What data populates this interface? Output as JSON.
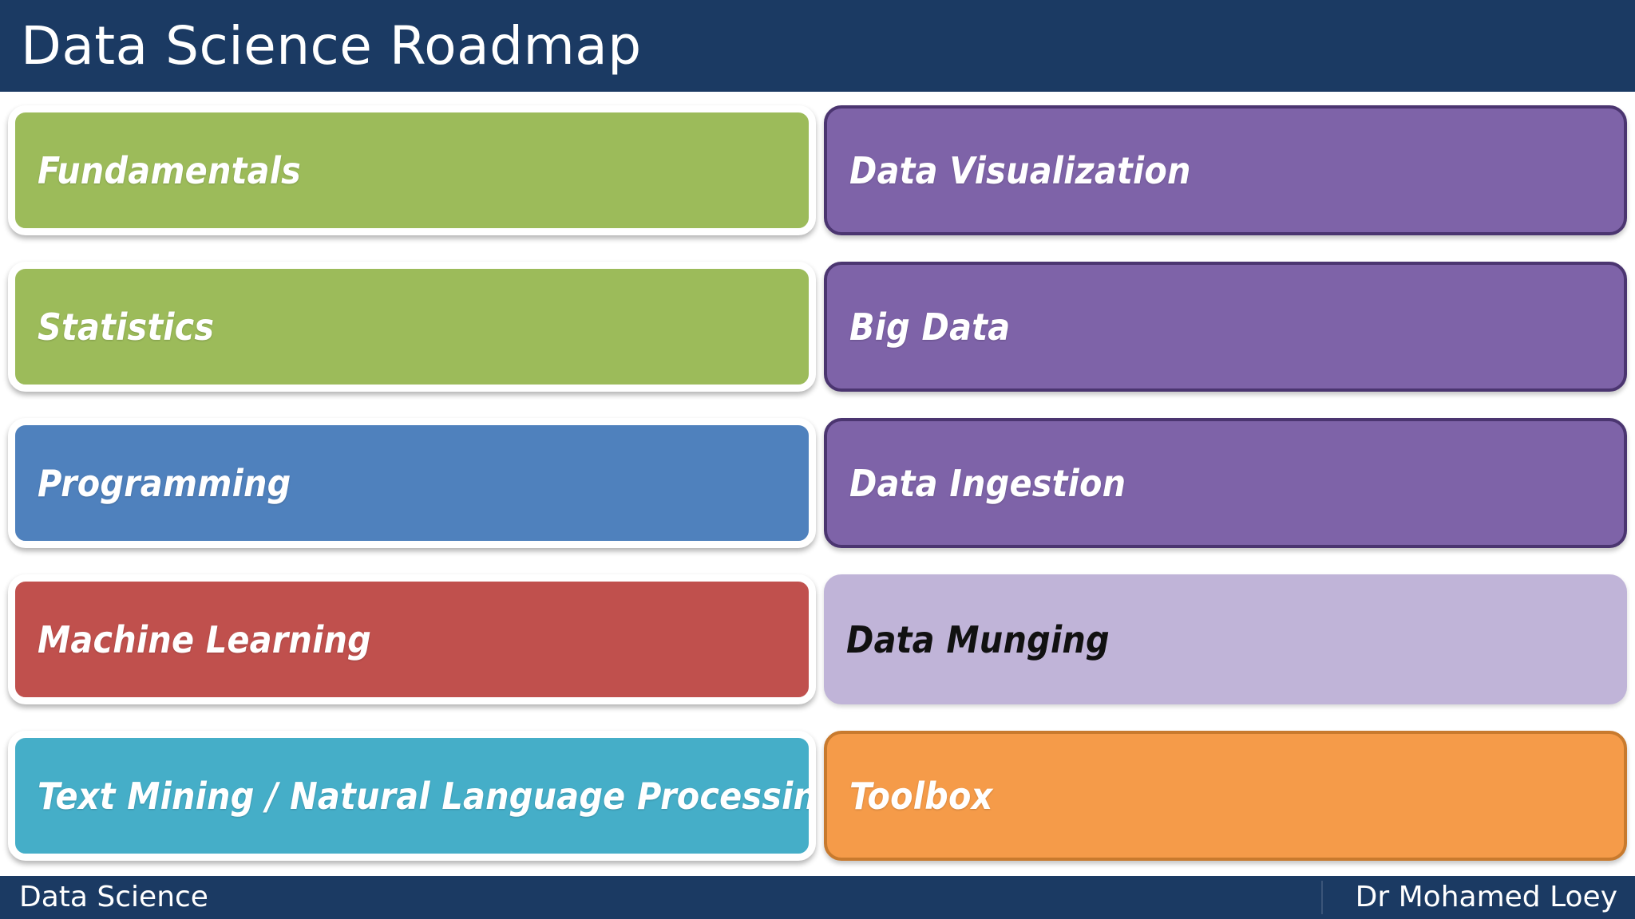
{
  "header": {
    "title": "Data Science Roadmap",
    "background": "#1b3a63",
    "text_color": "#ffffff"
  },
  "footer": {
    "left_text": "Data Science",
    "right_text": "Dr Mohamed Loey",
    "background": "#1b3a63",
    "text_color": "#ffffff"
  },
  "roadmap": {
    "rows": [
      {
        "left": {
          "label": "Fundamentals",
          "fill": "#9cbb5a",
          "border": "#ffffff",
          "text_color": "#ffffff",
          "style": "style-outline",
          "text_class": "txt-white"
        },
        "right": {
          "label": "Data Visualization",
          "fill": "#7e63a8",
          "border": "#4b3570",
          "text_color": "#ffffff",
          "style": "style-edged",
          "text_class": "txt-white"
        }
      },
      {
        "left": {
          "label": "Statistics",
          "fill": "#9cbb5a",
          "border": "#ffffff",
          "text_color": "#ffffff",
          "style": "style-outline",
          "text_class": "txt-white"
        },
        "right": {
          "label": "Big Data",
          "fill": "#7e63a8",
          "border": "#4b3570",
          "text_color": "#ffffff",
          "style": "style-edged",
          "text_class": "txt-white"
        }
      },
      {
        "left": {
          "label": "Programming",
          "fill": "#4f81bd",
          "border": "#ffffff",
          "text_color": "#ffffff",
          "style": "style-outline",
          "text_class": "txt-white"
        },
        "right": {
          "label": "Data Ingestion",
          "fill": "#7e63a8",
          "border": "#4b3570",
          "text_color": "#ffffff",
          "style": "style-edged",
          "text_class": "txt-white"
        }
      },
      {
        "left": {
          "label": "Machine Learning",
          "fill": "#c0504d",
          "border": "#ffffff",
          "text_color": "#ffffff",
          "style": "style-outline",
          "text_class": "txt-white"
        },
        "right": {
          "label": "Data Munging",
          "fill": "#c0b4d8",
          "border": "#c0b4d8",
          "text_color": "#111111",
          "style": "style-flat",
          "text_class": "txt-dark"
        }
      },
      {
        "left": {
          "label": "Text Mining / Natural Language Processing",
          "fill": "#45aec8",
          "border": "#ffffff",
          "text_color": "#ffffff",
          "style": "style-outline",
          "text_class": "txt-white"
        },
        "right": {
          "label": "Toolbox",
          "fill": "#f59b49",
          "border": "#c87a2e",
          "text_color": "#ffffff",
          "style": "style-edged",
          "text_class": "txt-white"
        }
      }
    ]
  }
}
